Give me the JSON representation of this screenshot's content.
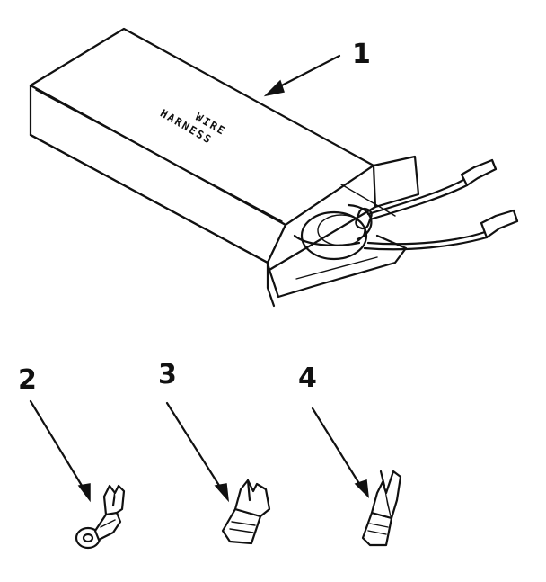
{
  "box_label": {
    "line1": "WIRE",
    "line2": "HARNESS"
  },
  "callouts": [
    {
      "id": "1",
      "label": "1",
      "part": "wire-harness"
    },
    {
      "id": "2",
      "label": "2",
      "part": "ring-terminal"
    },
    {
      "id": "3",
      "label": "3",
      "part": "spade-terminal-flat"
    },
    {
      "id": "4",
      "label": "4",
      "part": "spade-terminal-open"
    }
  ]
}
